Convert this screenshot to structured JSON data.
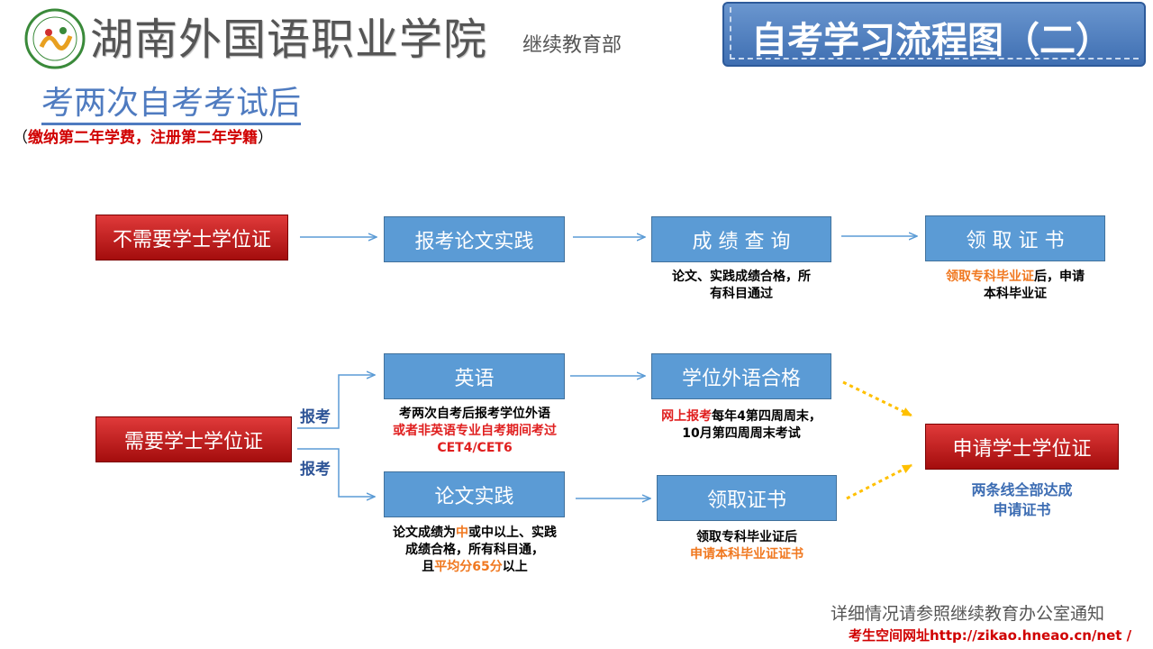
{
  "header": {
    "school_name": "湖南外国语职业学院",
    "department": "继续教育部",
    "title": "自考学习流程图（二）"
  },
  "section": {
    "heading": "考两次自考考试后",
    "note_open": "（",
    "note": "缴纳第二年学费，注册第二年学籍",
    "note_close": "）"
  },
  "row1": {
    "start": "不需要学士学位证",
    "step1": "报考论文实践",
    "step2": "成 绩 查 询",
    "step2_caption_line1": "论文、实践成绩合格，所",
    "step2_caption_line2": "有科目通过",
    "step3": "领 取 证 书",
    "step3_caption_highlight": "领取专科毕业证",
    "step3_caption_rest": "后，申请",
    "step3_caption_line2": "本科毕业证"
  },
  "row2": {
    "start": "需要学士学位证",
    "branch_label_top": "报考",
    "branch_label_bottom": "报考",
    "english": "英语",
    "english_caption_line1": "考两次自考后报考学位外语",
    "english_caption_line2": "或者非英语专业自考期间考过",
    "english_caption_line3": "CET4/CET6",
    "foreign_pass": "学位外语合格",
    "foreign_caption_red": "网上报考",
    "foreign_caption_rest": "每年4第四周周末，",
    "foreign_caption_line2": "10月第四周周末考试",
    "thesis": "论文实践",
    "thesis_caption_p1": "论文成绩为",
    "thesis_caption_mid": "中",
    "thesis_caption_p2": "或中以上、实践",
    "thesis_caption_line2": "成绩合格，所有科目通，",
    "thesis_caption_p3": "且",
    "thesis_caption_avg": "平均分65分",
    "thesis_caption_p4": "以上",
    "cert": "领取证书",
    "cert_caption_line1": "领取专科毕业证后",
    "cert_caption_line2": "申请本科毕业证证书",
    "apply": "申请学士学位证",
    "apply_caption_line1": "两条线全部达成",
    "apply_caption_line2": "申请证书"
  },
  "footer": {
    "note": "详细情况请参照继续教育办公室通知",
    "url": "考生空间网址http://zikao.hneao.cn/net /"
  },
  "colors": {
    "red_box": "#c0161a",
    "blue_box": "#5b9bd5",
    "arrow": "#5b9bd5",
    "dotted_arrow": "#ffc000"
  }
}
